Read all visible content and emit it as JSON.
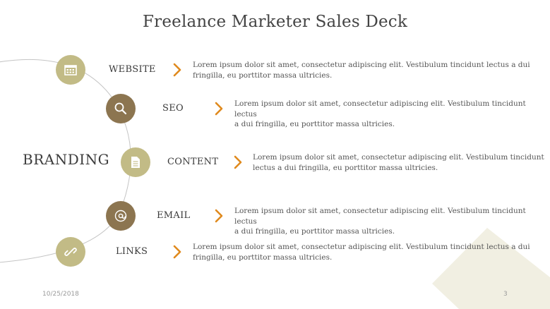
{
  "slide": {
    "title": "Freelance Marketer Sales Deck",
    "center_label": "BRANDING",
    "date": "10/25/2018",
    "page_number": "3"
  },
  "colors": {
    "node_light": "#c2bb86",
    "node_dark": "#8c7550",
    "chevron": "#e08a1e",
    "decoration": "#f1efe2"
  },
  "items": [
    {
      "label": "WEBSITE",
      "icon": "calendar-icon",
      "line1": "Lorem ipsum dolor sit amet, consectetur adipiscing elit. Vestibulum tincidunt lectus a dui",
      "line2": "fringilla, eu porttitor massa ultricies."
    },
    {
      "label": "SEO",
      "icon": "search-icon",
      "line1": "Lorem ipsum dolor sit amet, consectetur adipiscing elit. Vestibulum tincidunt lectus",
      "line2": "a dui fringilla, eu porttitor massa ultricies."
    },
    {
      "label": "CONTENT",
      "icon": "document-icon",
      "line1": "Lorem ipsum dolor sit amet, consectetur adipiscing elit. Vestibulum tincidunt",
      "line2": "lectus a dui fringilla, eu porttitor massa ultricies."
    },
    {
      "label": "EMAIL",
      "icon": "at-sign-icon",
      "line1": "Lorem ipsum dolor sit amet, consectetur adipiscing elit. Vestibulum tincidunt lectus",
      "line2": "a dui fringilla, eu porttitor massa ultricies."
    },
    {
      "label": "LINKS",
      "icon": "link-icon",
      "line1": "Lorem ipsum dolor sit amet, consectetur adipiscing elit. Vestibulum tincidunt lectus a dui",
      "line2": "fringilla, eu porttitor massa ultricies."
    }
  ]
}
